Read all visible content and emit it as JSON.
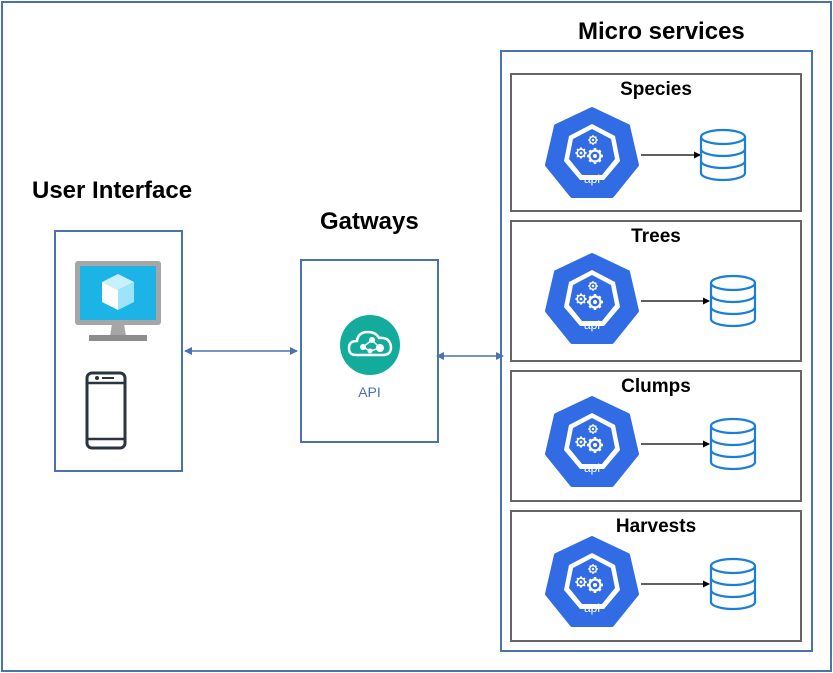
{
  "ui": {
    "title": "User Interface",
    "icons": [
      "desktop-monitor-icon",
      "mobile-phone-icon"
    ]
  },
  "gateway": {
    "title": "Gatways",
    "api_label": "API",
    "icon": "api-gateway-cloud-icon",
    "accent": "#12ab9c"
  },
  "microservices": {
    "title": "Micro services",
    "services": [
      {
        "name": "Species",
        "badge": "api"
      },
      {
        "name": "Trees",
        "badge": "api"
      },
      {
        "name": "Clumps",
        "badge": "api"
      },
      {
        "name": "Harvests",
        "badge": "api"
      }
    ]
  },
  "colors": {
    "border_blue": "#4a72ad",
    "service_border": "#666666",
    "k8s_blue": "#326ce5",
    "db_blue": "#1a7fd8",
    "monitor_cyan": "#1cb3e6"
  }
}
